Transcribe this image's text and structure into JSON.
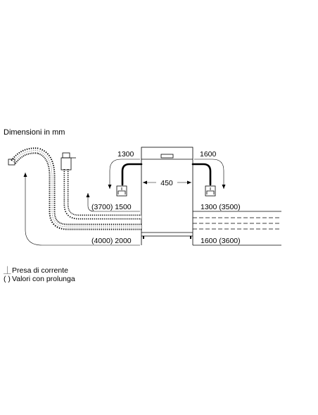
{
  "title": "Dimensioni in mm",
  "labels": {
    "top_left": "1300",
    "top_right": "1600",
    "width": "450",
    "mid_left": "(3700) 1500",
    "mid_right": "1300 (3500)",
    "bot_left": "(4000) 2000",
    "bot_right": "1600 (3600)"
  },
  "legend": {
    "socket_symbol": "⏊",
    "socket_text": "Presa di corrente",
    "paren_symbol": "( )",
    "paren_text": "Valori con prolunga"
  }
}
